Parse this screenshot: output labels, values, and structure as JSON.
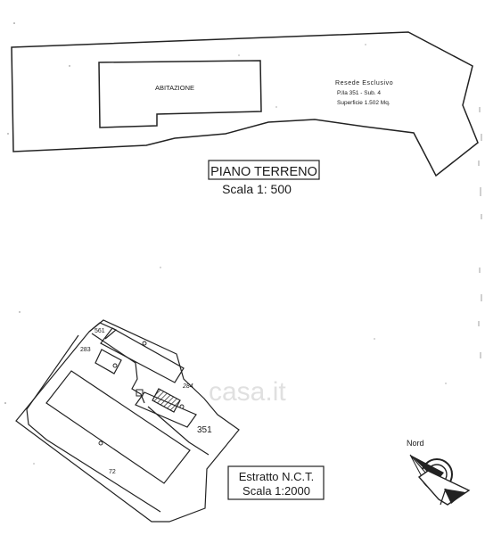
{
  "upper_plan": {
    "building_label": "ABITAZIONE",
    "resede": {
      "line1": "Resede Esclusivo",
      "line2": "P.lla 351 - Sub. 4",
      "line3": "Superficie 1.502 Mq."
    }
  },
  "upper_title": {
    "line1": "PIANO TERRENO",
    "line2": "Scala 1: 500"
  },
  "cadastral_map": {
    "parcels": [
      "561",
      "283",
      "284",
      "351",
      "72"
    ]
  },
  "lower_title": {
    "line1": "Estratto N.C.T.",
    "line2": "Scala 1:2000"
  },
  "north": {
    "label": "Nord"
  },
  "watermark": "casa.it",
  "colors": {
    "ink": "#222222",
    "paper": "#ffffff",
    "watermark": "#c8c8c8"
  }
}
